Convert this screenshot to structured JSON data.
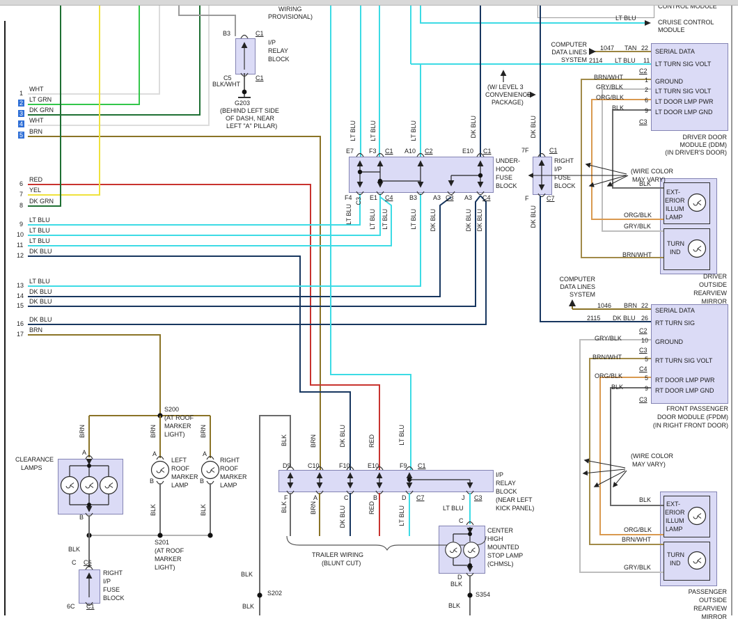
{
  "colors": {
    "lt_blu": "#3cdbe5",
    "dk_blu": "#17365f",
    "red": "#c8332e",
    "yel": "#efe23c",
    "lt_grn": "#33c64a",
    "dk_grn": "#1e6f33",
    "brn": "#8a7326",
    "tan": "#9a8440",
    "wht": "#dcdcdc",
    "blk": "#6a6a6a",
    "blk_wht": "#8f8f8f",
    "gry_blk": "#bdbdbd",
    "org_blk": "#d9994f",
    "brn_wht": "#a18a49",
    "box_fill": "#dbdbf6",
    "box_stroke": "#8383b3",
    "highlight": "#2f6fd6"
  },
  "rows": [
    {
      "n": "1",
      "c": "WHT",
      "hl": false
    },
    {
      "n": "2",
      "c": "LT GRN",
      "hl": true
    },
    {
      "n": "3",
      "c": "DK GRN",
      "hl": true
    },
    {
      "n": "4",
      "c": "WHT",
      "hl": true
    },
    {
      "n": "5",
      "c": "BRN",
      "hl": true
    },
    {
      "n": "6",
      "c": "RED",
      "hl": false
    },
    {
      "n": "7",
      "c": "YEL",
      "hl": false
    },
    {
      "n": "8",
      "c": "DK GRN",
      "hl": false
    },
    {
      "n": "9",
      "c": "LT BLU",
      "hl": false
    },
    {
      "n": "10",
      "c": "LT BLU",
      "hl": false
    },
    {
      "n": "11",
      "c": "LT BLU",
      "hl": false
    },
    {
      "n": "12",
      "c": "DK BLU",
      "hl": false
    },
    {
      "n": "13",
      "c": "LT BLU",
      "hl": false
    },
    {
      "n": "14",
      "c": "DK BLU",
      "hl": false
    },
    {
      "n": "15",
      "c": "DK BLU",
      "hl": false
    },
    {
      "n": "16",
      "c": "DK BLU",
      "hl": false
    },
    {
      "n": "17",
      "c": "BRN",
      "hl": false
    }
  ],
  "wl": {
    "lt": "LT BLU",
    "dk": "DK BLU",
    "blk": "BLK",
    "brn": "BRN",
    "red": "RED"
  },
  "top_note": {
    "l1": "WIRING",
    "l2": "PROVISIONAL)"
  },
  "cruise": {
    "cut_label": "CONTROL MODULE",
    "wire": "LT BLU",
    "l1": "CRUISE CONTROL",
    "l2": "MODULE"
  },
  "cdl": {
    "l1": "COMPUTER",
    "l2": "DATA LINES",
    "l3": "SYSTEM"
  },
  "level3": {
    "l1": "(W/ LEVEL 3",
    "l2": "CONVENIENCE",
    "l3": "PACKAGE)"
  },
  "relay_top": {
    "b3": "B3",
    "c1t": "C1",
    "n1": "I/P",
    "n2": "RELAY",
    "n3": "BLOCK",
    "c5": "C5",
    "c1b": "C1",
    "wire": "BLK/WHT",
    "gnd": "G203",
    "note1": "(BEHIND LEFT SIDE",
    "note2": "OF DASH, NEAR",
    "note3": "LEFT \"A\" PILLAR)"
  },
  "underhood": {
    "n1": "UNDER-",
    "n2": "HOOD",
    "n3": "FUSE",
    "n4": "BLOCK",
    "tp": [
      "E7",
      "F3",
      "C1",
      "A10",
      "C2",
      "E10",
      "C1"
    ],
    "bp": [
      "F4",
      "E1",
      "C4",
      "B3",
      "A3",
      "C3",
      "A3",
      "C4"
    ],
    "c3rot": "C3"
  },
  "rip": {
    "p7f": "7F",
    "c1": "C1",
    "n1": "RIGHT",
    "n2": "I/P",
    "n3": "FUSE",
    "n4": "BLOCK",
    "f": "F",
    "c7": "C7"
  },
  "ddm": {
    "ckt1": "1047",
    "col1": "TAN",
    "pin1": "22",
    "ckt2": "2114",
    "col2": "LT BLU",
    "pin2": "11",
    "c2": "C2",
    "c3": "C3",
    "r1": "SERIAL DATA",
    "r2": "LT TURN SIG VOLT",
    "r3": "GROUND",
    "r4": "LT TURN SIG VOLT",
    "r5": "LT DOOR LMP PWR",
    "r6": "LT DOOR LMP GND",
    "w1": "BRN/WHT",
    "p3": "1",
    "w2": "GRY/BLK",
    "p4": "2",
    "w3": "ORG/BLK",
    "p5": "6",
    "w4": "BLK",
    "p6": "9",
    "n1": "DRIVER DOOR",
    "n2": "MODULE (DDM)",
    "n3": "(IN DRIVER'S DOOR)"
  },
  "mirror_d": {
    "note1": "(WIRE COLOR",
    "note2": "MAY VARY)",
    "blk": "BLK",
    "org": "ORG/BLK",
    "gry": "GRY/BLK",
    "brnwht": "BRN/WHT",
    "e1": "EXT-",
    "e2": "ERIOR",
    "e3": "ILLUM",
    "e4": "LAMP",
    "t1": "TURN",
    "t2": "IND",
    "n1": "DRIVER",
    "n2": "OUTSIDE",
    "n3": "REARVIEW",
    "n4": "MIRROR"
  },
  "fpdm": {
    "ckt1": "1046",
    "col1": "BRN",
    "pin1": "22",
    "ckt2": "2115",
    "col2": "DK BLU",
    "pin2": "26",
    "c2": "C2",
    "c3a": "C3",
    "c4": "C4",
    "c3b": "C3",
    "r1": "SERIAL DATA",
    "r2": "RT TURN SIG",
    "r3": "GROUND",
    "r4": "RT TURN SIG VOLT",
    "r5": "RT DOOR LMP PWR",
    "r6": "RT DOOR LMP GND",
    "w1": "GRY/BLK",
    "p3": "10",
    "w2": "BRN/WHT",
    "p4": "5",
    "w3": "ORG/BLK",
    "p5": "5",
    "w4": "BLK",
    "p6": "9",
    "n1": "FRONT PASSENGER",
    "n2": "DOOR MODULE (FPDM)",
    "n3": "(IN RIGHT FRONT DOOR)"
  },
  "mirror_p": {
    "note1": "(WIRE COLOR",
    "note2": "MAY VARY)",
    "blk": "BLK",
    "org": "ORG/BLK",
    "gry": "GRY/BLK",
    "brnwht": "BRN/WHT",
    "e1": "EXT-",
    "e2": "ERIOR",
    "e3": "ILLUM",
    "e4": "LAMP",
    "t1": "TURN",
    "t2": "IND",
    "n1": "PASSENGER",
    "n2": "OUTSIDE",
    "n3": "REARVIEW",
    "n4": "MIRROR"
  },
  "relay_bot": {
    "tp": [
      "D9",
      "C10",
      "F10",
      "E10",
      "F9",
      "C1"
    ],
    "bp": [
      "F",
      "A",
      "C",
      "B",
      "D",
      "C7",
      "J",
      "C3"
    ],
    "n1": "I/P",
    "n2": "RELAY",
    "n3": "BLOCK",
    "n4": "(NEAR LEFT",
    "n5": "KICK PANEL)",
    "tw1": "TRAILER WIRING",
    "tw2": "(BLUNT CUT)"
  },
  "chmsl": {
    "wire": "LT BLU",
    "c": "C",
    "n1": "CENTER",
    "n2": "HIGH",
    "n3": "MOUNTED",
    "n4": "STOP LAMP",
    "n5": "(CHMSL)",
    "d": "D",
    "blk1": "BLK",
    "s": "S354",
    "blk2": "BLK"
  },
  "s202": {
    "blk1": "BLK",
    "name": "S202",
    "blk2": "BLK"
  },
  "clear": {
    "n1": "CLEARANCE",
    "n2": "LAMPS",
    "a": "A",
    "b": "B"
  },
  "s200": {
    "name": "S200",
    "no1": "(AT ROOF",
    "no2": "MARKER",
    "no3": "LIGHT)"
  },
  "s201": {
    "name": "S201",
    "no1": "(AT ROOF",
    "no2": "MARKER",
    "no3": "LIGHT)"
  },
  "lmk": {
    "a": "A",
    "b": "B",
    "n1": "LEFT",
    "n2": "ROOF",
    "n3": "MARKER",
    "n4": "LAMP"
  },
  "rmk": {
    "a": "A",
    "b": "B",
    "n1": "RIGHT",
    "n2": "ROOF",
    "n3": "MARKER",
    "n4": "LAMP"
  },
  "ripb": {
    "blk": "BLK",
    "c": "C",
    "c6": "C6",
    "n1": "RIGHT",
    "n2": "I/P",
    "n3": "FUSE",
    "n4": "BLOCK",
    "p": "6C",
    "c1": "C1"
  }
}
